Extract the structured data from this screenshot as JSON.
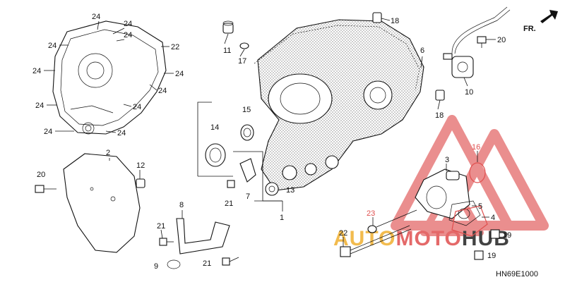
{
  "diagram": {
    "code": "HN69E1000",
    "direction_marker": "FR.",
    "watermark": {
      "part1": "AUTO",
      "part2": "MOTO",
      "part3": "HUB"
    },
    "callouts": [
      {
        "id": "c1",
        "label": "1"
      },
      {
        "id": "c2",
        "label": "2"
      },
      {
        "id": "c3",
        "label": "3"
      },
      {
        "id": "c4",
        "label": "4"
      },
      {
        "id": "c5",
        "label": "5"
      },
      {
        "id": "c6",
        "label": "6"
      },
      {
        "id": "c7",
        "label": "7"
      },
      {
        "id": "c8",
        "label": "8"
      },
      {
        "id": "c9",
        "label": "9"
      },
      {
        "id": "c10",
        "label": "10"
      },
      {
        "id": "c11",
        "label": "11"
      },
      {
        "id": "c12",
        "label": "12"
      },
      {
        "id": "c13",
        "label": "13"
      },
      {
        "id": "c14",
        "label": "14"
      },
      {
        "id": "c15",
        "label": "15"
      },
      {
        "id": "c16",
        "label": "16"
      },
      {
        "id": "c17",
        "label": "17"
      },
      {
        "id": "c18a",
        "label": "18"
      },
      {
        "id": "c18b",
        "label": "18"
      },
      {
        "id": "c19a",
        "label": "19"
      },
      {
        "id": "c19b",
        "label": "19"
      },
      {
        "id": "c20a",
        "label": "20"
      },
      {
        "id": "c20b",
        "label": "20"
      },
      {
        "id": "c21a",
        "label": "21"
      },
      {
        "id": "c21b",
        "label": "21"
      },
      {
        "id": "c21c",
        "label": "21"
      },
      {
        "id": "c22a",
        "label": "22"
      },
      {
        "id": "c22b",
        "label": "22"
      },
      {
        "id": "c23",
        "label": "23"
      },
      {
        "id": "c24",
        "label": "24"
      }
    ]
  }
}
